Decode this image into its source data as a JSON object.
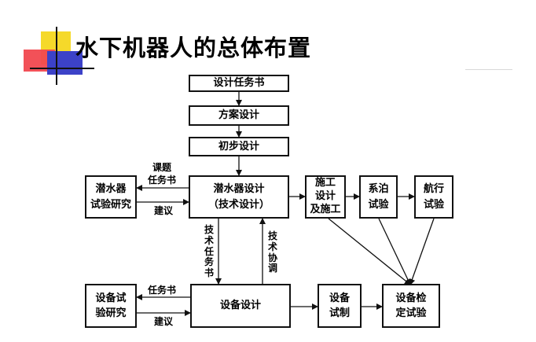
{
  "title": "水下机器人的总体布置",
  "diagram": {
    "nodes": {
      "design_task": "设计任务书",
      "scheme_design": "方案设计",
      "prelim_design": "初步设计",
      "sub_design_l1": "潜水器设计",
      "sub_design_l2": "（技术设计）",
      "sub_test_l1": "潜水器",
      "sub_test_l2": "试验研究",
      "construction_l1": "施工",
      "construction_l2": "设计",
      "construction_l3": "及施工",
      "mooring_l1": "系泊",
      "mooring_l2": "试验",
      "sailing_l1": "航行",
      "sailing_l2": "试验",
      "equip_design": "设备设计",
      "equip_test_l1": "设备试",
      "equip_test_l2": "验研究",
      "equip_make_l1": "设备",
      "equip_make_l2": "试制",
      "equip_check_l1": "设备检",
      "equip_check_l2": "定试验"
    },
    "labels": {
      "topic_task_l1": "课题",
      "topic_task_l2": "任务书",
      "suggest_upper": "建议",
      "tech_task": "技术任务书",
      "tech_coord": "技术协调",
      "task_book": "任务书",
      "suggest_lower": "建议"
    }
  }
}
